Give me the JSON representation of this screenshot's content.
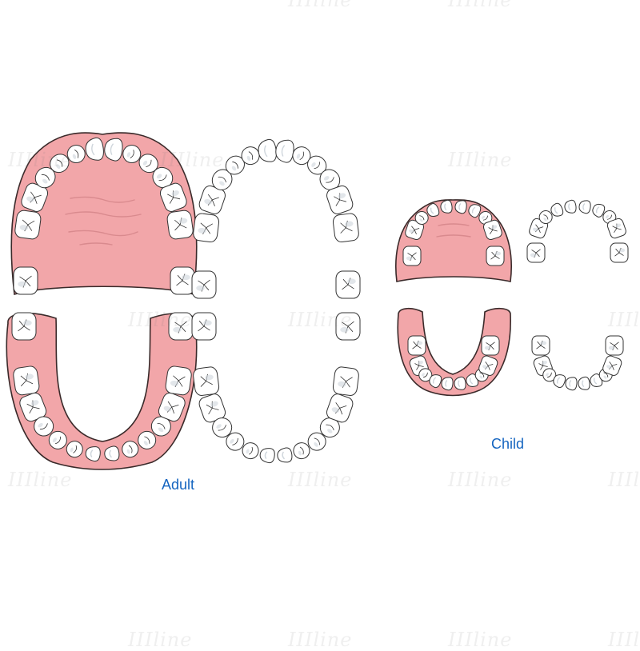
{
  "labels": {
    "adult": "Adult",
    "child": "Child"
  },
  "watermark": "IIIline",
  "colors": {
    "gum": "#f2a6a9",
    "gum_stroke": "#3a2a2a",
    "palate": "#f4aeb0",
    "palate_line": "#d98a8e",
    "tooth_fill": "#ffffff",
    "tooth_stroke": "#333333",
    "tooth_shade": "#cfd6dc",
    "label": "#1565c0"
  },
  "icons": {
    "tooth": "tooth-icon"
  }
}
